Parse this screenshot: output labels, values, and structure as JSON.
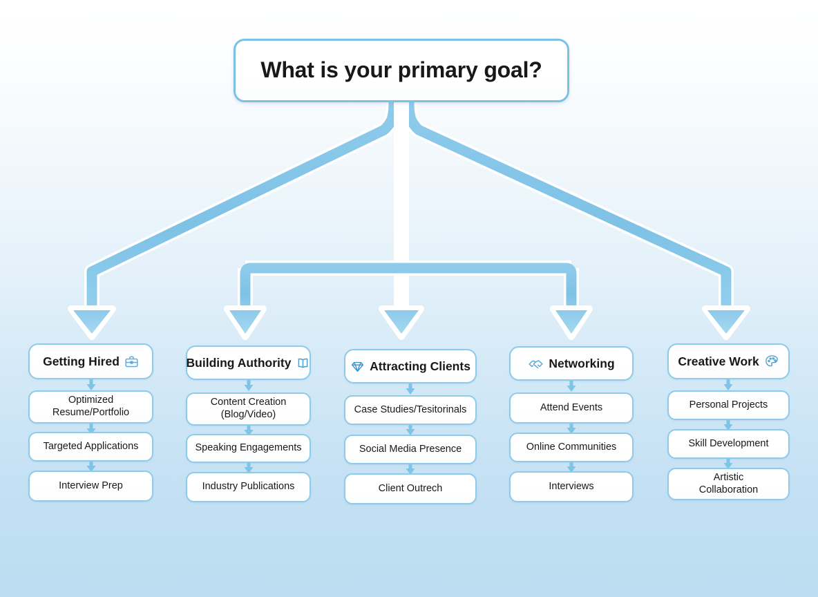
{
  "diagram": {
    "title": "What is your primary goal?",
    "accent_color": "#7fc3e6",
    "node_border_color": "#8ecaea",
    "node_fill_color": "#ffffff",
    "background_top_color": "#ffffff",
    "background_bottom_color": "#bcddf1",
    "text_color": "#18181a"
  },
  "root": {
    "label": "What is your primary goal?"
  },
  "branches": [
    {
      "id": "getting-hired",
      "header": "Getting Hired",
      "icon": "briefcase-icon",
      "icon_position": "right",
      "steps": [
        "Optimized\nResume/Portfolio",
        "Targeted Applications",
        "Interview Prep"
      ]
    },
    {
      "id": "building-authority",
      "header": "Building Authority",
      "icon": "open-book-icon",
      "icon_position": "right",
      "steps": [
        "Content Creation\n(Blog/Video)",
        "Speaking Engagements",
        "Industry Publications"
      ]
    },
    {
      "id": "attracting-clients",
      "header": "Attracting Clients",
      "icon": "gem-icon",
      "icon_position": "left",
      "steps": [
        "Case Studies/Tesitorinals",
        "Social Media Presence",
        "Client Outrech"
      ]
    },
    {
      "id": "networking",
      "header": "Networking",
      "icon": "handshake-icon",
      "icon_position": "left",
      "steps": [
        "Attend Events",
        "Online Communities",
        "Interviews"
      ]
    },
    {
      "id": "creative-work",
      "header": "Creative Work",
      "icon": "palette-icon",
      "icon_position": "right",
      "steps": [
        "Personal Projects",
        "Skill Development",
        "Artistic\nCollaboration"
      ]
    }
  ]
}
